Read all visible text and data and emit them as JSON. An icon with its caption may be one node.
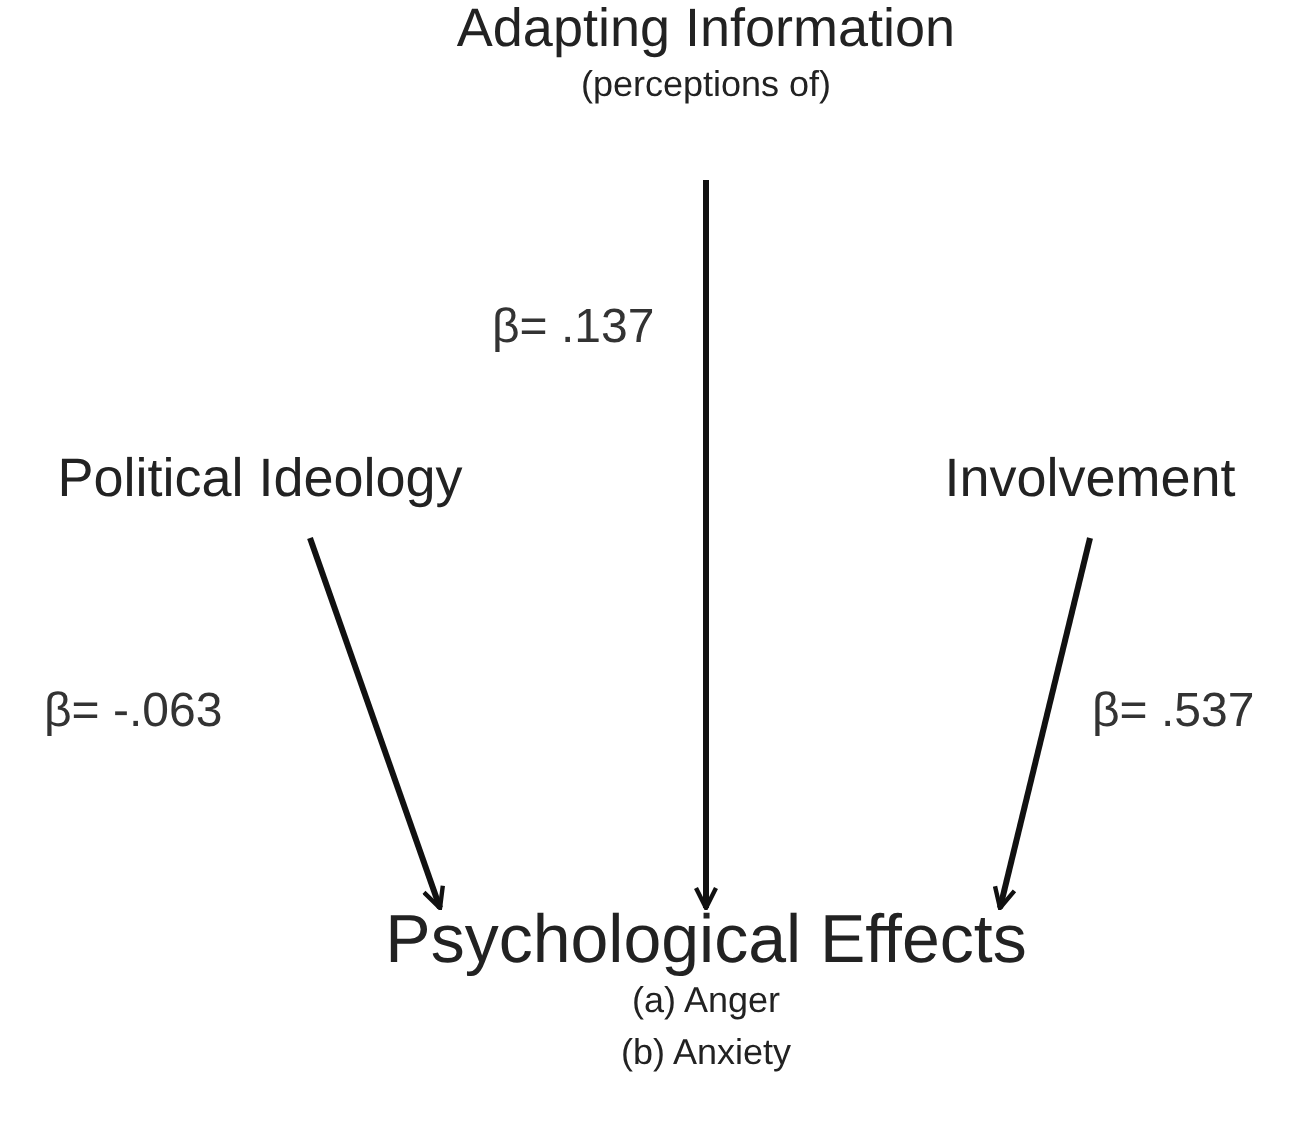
{
  "diagram": {
    "nodes": [
      {
        "text": [
          "Adapting Information",
          "(perceptions of)"
        ]
      },
      {
        "text": [
          "Political Ideology"
        ]
      },
      {
        "text": [
          "Involvement"
        ]
      },
      {
        "text": [
          "Psychological Effects",
          "(a) Anger",
          "(b) Anxiety"
        ]
      }
    ],
    "edges": [
      {
        "from": 0,
        "to": 3,
        "arrow": "to",
        "label": "β= .137"
      },
      {
        "from": 1,
        "to": 3,
        "arrow": "to",
        "label": "β= -.063"
      },
      {
        "from": 2,
        "to": 3,
        "arrow": "to",
        "label": "β= .537"
      }
    ]
  }
}
